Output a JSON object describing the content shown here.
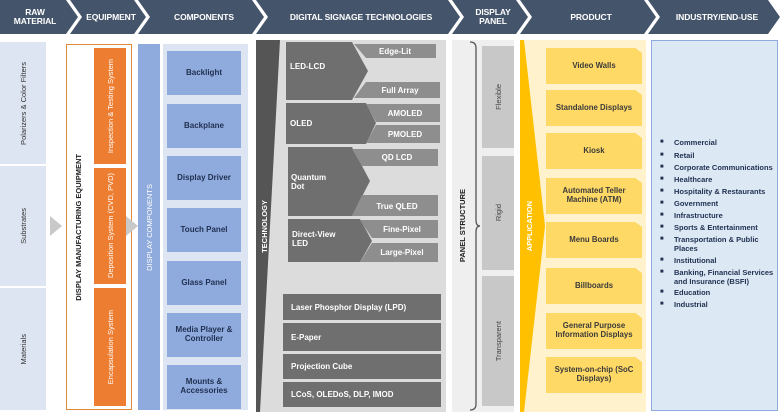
{
  "header": [
    {
      "label": "RAW\nMATERIAL"
    },
    {
      "label": "EQUIPMENT"
    },
    {
      "label": "COMPONENTS"
    },
    {
      "label": "DIGITAL SIGNAGE TECHNOLOGIES"
    },
    {
      "label": "DISPLAY\nPANEL"
    },
    {
      "label": "PRODUCT"
    },
    {
      "label": "INDUSTRY/END-USE"
    }
  ],
  "raw_material": [
    "Polarizers & Color Filters",
    "Substrates",
    "Materials"
  ],
  "equipment": {
    "title": "DISPLAY MANUFACTURING EQUIPMENT",
    "items": [
      "Inspection & Testing System",
      "Deposition System (CVD, PVD)",
      "Encapsulation System"
    ]
  },
  "components": {
    "title": "DISPLAY COMPONENTS",
    "items": [
      "Backlight",
      "Backplane",
      "Display Driver",
      "Touch Panel",
      "Glass Panel",
      "Media Player & Controller",
      "Mounts & Accessories"
    ]
  },
  "technology": {
    "title": "TECHNOLOGY",
    "groups": [
      {
        "name": "LED-LCD",
        "subs": [
          "Edge-Lit",
          "Full Array"
        ]
      },
      {
        "name": "OLED",
        "subs": [
          "AMOLED",
          "PMOLED"
        ]
      },
      {
        "name": "Quantum Dot",
        "subs": [
          "QD LCD",
          "True QLED"
        ]
      },
      {
        "name": "Direct-View LED",
        "subs": [
          "Fine-Pixel",
          "Large-Pixel"
        ]
      }
    ],
    "others": [
      "Laser Phosphor Display (LPD)",
      "E-Paper",
      "Projection Cube",
      "LCoS, OLEDoS, DLP, IMOD"
    ]
  },
  "panel": {
    "title": "PANEL STRUCTURE",
    "items": [
      "Flexible",
      "Rigid",
      "Transparent"
    ]
  },
  "product": {
    "title": "APPLICATION",
    "items": [
      "Video Walls",
      "Standalone Displays",
      "Kiosk",
      "Automated Teller Machine (ATM)",
      "Menu Boards",
      "Billboards",
      "General Purpose Information Displays",
      "System-on-chip (SoC Displays)"
    ]
  },
  "industry": {
    "items": [
      "Commercial",
      "Retail",
      "Corporate Communications",
      "Healthcare",
      "Hospitality & Restaurants",
      "Government",
      "Infrastructure",
      "Sports & Entertainment",
      "Transportation & Public Places",
      "Institutional",
      "Banking, Financial Services and Insurance (BSFI)",
      "Education",
      "Industrial"
    ]
  },
  "colors": {
    "header": "#44546a",
    "orange": "#ed7d31",
    "blue": "#8faadc",
    "gold": "#ffc000",
    "yellow": "#ffd966"
  }
}
